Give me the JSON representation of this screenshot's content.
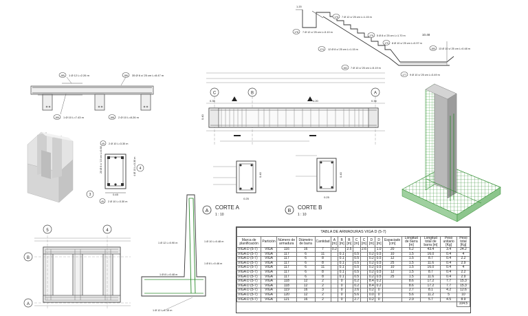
{
  "callouts": {
    "top_beam_top1": "1 Ø 12 L=2.26 m",
    "top_beam_top2": "35 Ø 6 c/ 25 cm L=8.47 m",
    "top_beam_bot1": "1 Ø 10 L=7.43 m",
    "top_beam_bot2": "2 Ø 10 L=8.26 m",
    "stair_1": "7 Ø 12 c/ 25 cm L=1.15 m",
    "stair_2": "7 Ø 12 c/ 25 cm L=3.10 m",
    "stair_3": "5 Ø 8 c/ 25 cm L=1.70 m",
    "stair_4": "12 Ø 8 c/ 25 cm L=1.15 m",
    "stair_5": "8 Ø 10 c/ 25 cm L=0.97 m",
    "stair_6": "13 Ø 10 c/ 25 cm L=0.48 m",
    "stair_7": "7 Ø 10 c/ 25 cm L=5.19 m",
    "stair_8": "9 Ø 10 c/ 25 cm L=3.49 m",
    "stair_level": "10.48",
    "stair_dim": "1.20",
    "sec_top": "2 Ø 10 L=3.30 m",
    "sec_stirrup": "20 Ø 6 c/ 10 cm L=0.68",
    "sec_bot": "2 Ø 10 L=3.30 m",
    "sec_right": "4 Ø 10 L=3.30 m",
    "sec_w": "0.45",
    "sec_tag1": "4",
    "sec_tag2": "3",
    "wall_1": "1 Ø 12 L=0.90 m",
    "wall_2": "1 Ø 10 L=0.48 m",
    "wall_3": "1 Ø 8 L=0.46 m",
    "wall_4": "1 Ø 8 L=0.48 m",
    "wall_5": "1 Ø 12 L=1.15 m"
  },
  "elevation": {
    "axes": [
      "C",
      "B",
      "A"
    ],
    "dim_center": "4.20",
    "dim_left": "0.35",
    "dim_right": "0.35",
    "h": "0.40"
  },
  "sections": {
    "a_title": "CORTE A",
    "a_scale": "1 : 10",
    "a_letter": "A",
    "b_title": "CORTE B",
    "b_scale": "1 : 10",
    "b_letter": "B",
    "w": "0.25",
    "h": "0.40"
  },
  "plan": {
    "axes_top": [
      "5",
      "4"
    ],
    "axes_side": [
      "B",
      "A"
    ]
  },
  "table": {
    "title": "TABLA DE ARMADURAS VIGA D (5-7)",
    "headers": [
      "Marca de planificación",
      "Partición",
      "Número de armadura",
      "Diámetro de barra",
      "Cantidad",
      "A [m]",
      "B [m]",
      "B [m]",
      "C [m]",
      "C [m]",
      "D [m]",
      "D [m]",
      "Espaciado [cm]",
      "Longitud de barra [m]",
      "Longitud total de barra [m]",
      "Peso unitario [Kg]",
      "Peso total [Kg]"
    ],
    "rows": [
      [
        "VIGA D (5-7)",
        "VIGA",
        "116",
        "16",
        "7",
        "0.2",
        "",
        "2.5",
        "",
        "2.6",
        "",
        "1.0",
        "20",
        "6.2",
        "43.4",
        "3.4",
        "24.2"
      ],
      [
        "VIGA D (5-7)",
        "VIGA",
        "117",
        "6",
        "11",
        "",
        "0.1",
        "",
        "0.5",
        "",
        "0.2",
        "0.5",
        "10",
        "1.5",
        "16.0",
        "0.4",
        "4"
      ],
      [
        "VIGA D (5-7)",
        "VIGA",
        "117",
        "6",
        "8",
        "",
        "0.1",
        "",
        "0.5",
        "",
        "0.2",
        "0.5",
        "12",
        "1.5",
        "8.7",
        "0.4",
        "2.2"
      ],
      [
        "VIGA D (5-7)",
        "VIGA",
        "117",
        "6",
        "8",
        "",
        "0.1",
        "",
        "0.5",
        "",
        "0.2",
        "0.5",
        "25",
        "1.5",
        "11.6",
        "0.4",
        "2.9"
      ],
      [
        "VIGA D (5-7)",
        "VIGA",
        "117",
        "6",
        "11",
        "",
        "0.1",
        "",
        "0.5",
        "",
        "0.2",
        "0.5",
        "10",
        "1.5",
        "16.0",
        "0.4",
        "4"
      ],
      [
        "VIGA D (5-7)",
        "VIGA",
        "117",
        "6",
        "8",
        "",
        "0.1",
        "",
        "0.5",
        "",
        "0.2",
        "0.5",
        "12",
        "1.5",
        "8.7",
        "0.4",
        "2.2"
      ],
      [
        "VIGA D (5-7)",
        "VIGA",
        "117",
        "6",
        "8",
        "",
        "0.1",
        "",
        "0.5",
        "",
        "0.2",
        "0.5",
        "25",
        "1.5",
        "11.6",
        "0.4",
        "2.9"
      ],
      [
        "VIGA D (5-7)",
        "VIGA",
        "118",
        "12",
        "2",
        "",
        "0",
        "",
        "0.2",
        "",
        "8.4",
        "0.2",
        "",
        "8.6",
        "17.2",
        "7.7",
        "15.3"
      ],
      [
        "VIGA D (5-7)",
        "VIGA",
        "118",
        "12",
        "2",
        "",
        "0",
        "",
        "0.2",
        "",
        "8.4",
        "0.2",
        "",
        "8.6",
        "17.2",
        "7.7",
        "15.3"
      ],
      [
        "VIGA D (5-7)",
        "VIGA",
        "119",
        "16",
        "3",
        "",
        "0",
        "",
        "2.6",
        "",
        "0.2",
        "0",
        "",
        "2.7",
        "8.1",
        "4.2",
        "12.6"
      ],
      [
        "VIGA D (5-7)",
        "VIGA",
        "120",
        "12",
        "2",
        "",
        "0",
        "",
        "5.6",
        "",
        "0.0",
        "0",
        "",
        "5.6",
        "11.2",
        "5",
        "10"
      ],
      [
        "VIGA D (5-7)",
        "VIGA",
        "121",
        "16",
        "2",
        "",
        "0",
        "",
        "2.7",
        "",
        "0.2",
        "0",
        "",
        "2.9",
        "5.7",
        "4.5",
        "8.9"
      ]
    ],
    "total": "104.5"
  }
}
